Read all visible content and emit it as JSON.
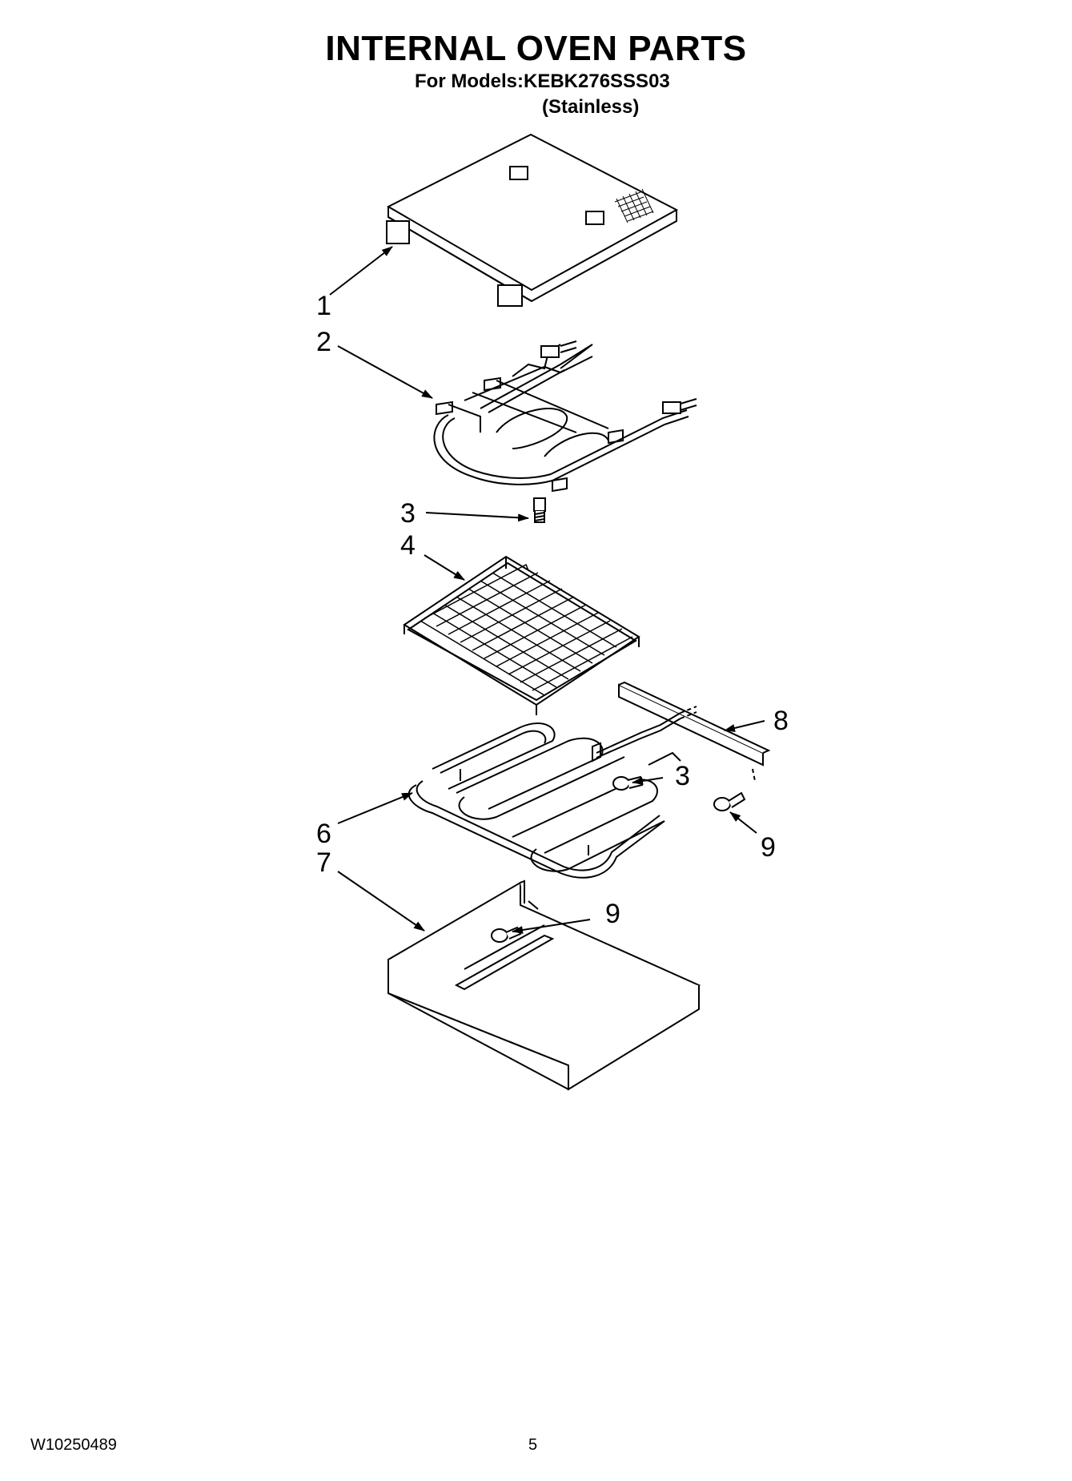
{
  "header": {
    "title": "INTERNAL OVEN PARTS",
    "models_line": "For Models:KEBK276SSS03",
    "finish_line": "(Stainless)"
  },
  "callouts": {
    "c1": "1",
    "c2": "2",
    "c3a": "3",
    "c4": "4",
    "c8": "8",
    "c3b": "3",
    "c9a": "9",
    "c6": "6",
    "c7": "7",
    "c9b": "9"
  },
  "footer": {
    "doc_number": "W10250489",
    "page_number": "5"
  }
}
